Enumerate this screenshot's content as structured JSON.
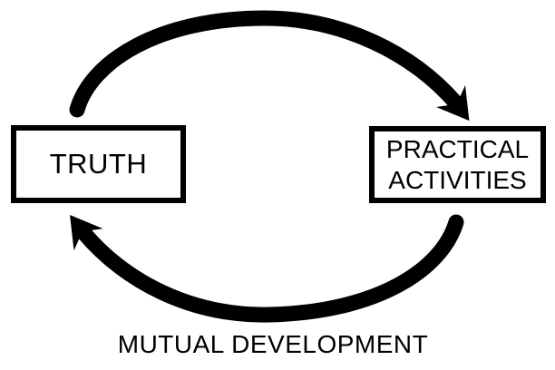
{
  "colors": {
    "background": "#ffffff",
    "ink": "#000000"
  },
  "diagram": {
    "nodes": {
      "truth": {
        "label": "TRUTH"
      },
      "practical": {
        "label": "PRACTICAL ACTIVITIES",
        "lines": [
          "PRACTICAL",
          "ACTIVITIES"
        ]
      }
    },
    "arrows": [
      {
        "name": "top-arc-arrow",
        "from": "TRUTH",
        "to": "PRACTICAL ACTIVITIES"
      },
      {
        "name": "bottom-arc-arrow",
        "from": "PRACTICAL ACTIVITIES",
        "to": "TRUTH"
      }
    ],
    "caption": "MUTUAL DEVELOPMENT"
  }
}
